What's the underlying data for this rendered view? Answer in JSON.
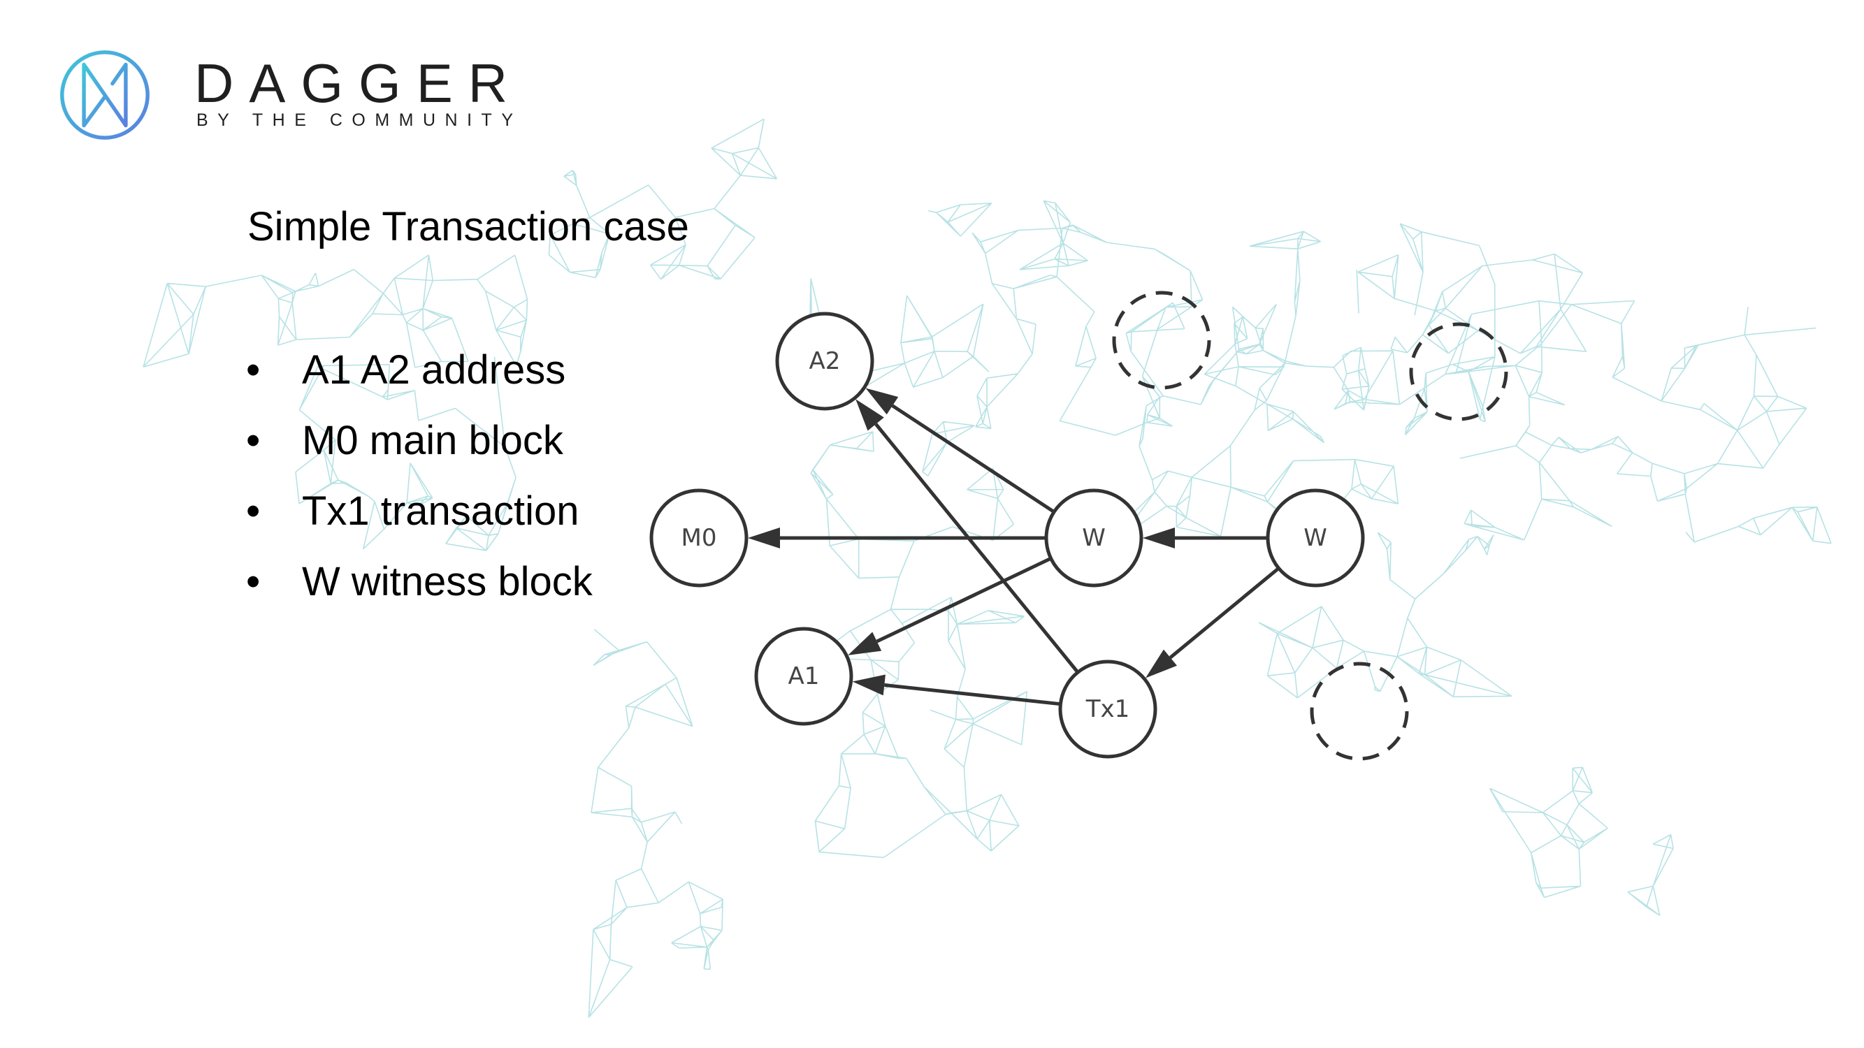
{
  "brand": {
    "name": "DAGGER",
    "tagline": "BY THE COMMUNITY",
    "icon": "dagger-logo-icon",
    "colors": {
      "logo_start": "#3fc6d8",
      "logo_end": "#5a7fe0",
      "mesh": "#9fd8dc"
    }
  },
  "slide": {
    "title": "Simple Transaction case",
    "legend": [
      "A1 A2 address",
      "M0 main block",
      "Tx1 transaction",
      "W witness block"
    ]
  },
  "diagram": {
    "nodes": [
      {
        "id": "A2",
        "label": "A2"
      },
      {
        "id": "M0",
        "label": "M0"
      },
      {
        "id": "A1",
        "label": "A1"
      },
      {
        "id": "W1",
        "label": "W"
      },
      {
        "id": "W2",
        "label": "W"
      },
      {
        "id": "Tx1",
        "label": "Tx1"
      }
    ],
    "edges": [
      {
        "from": "W1",
        "to": "A2"
      },
      {
        "from": "W1",
        "to": "M0"
      },
      {
        "from": "W1",
        "to": "A1"
      },
      {
        "from": "W2",
        "to": "W1"
      },
      {
        "from": "W2",
        "to": "Tx1"
      },
      {
        "from": "Tx1",
        "to": "A2"
      },
      {
        "from": "Tx1",
        "to": "A1"
      }
    ],
    "placeholder_count": 3
  }
}
